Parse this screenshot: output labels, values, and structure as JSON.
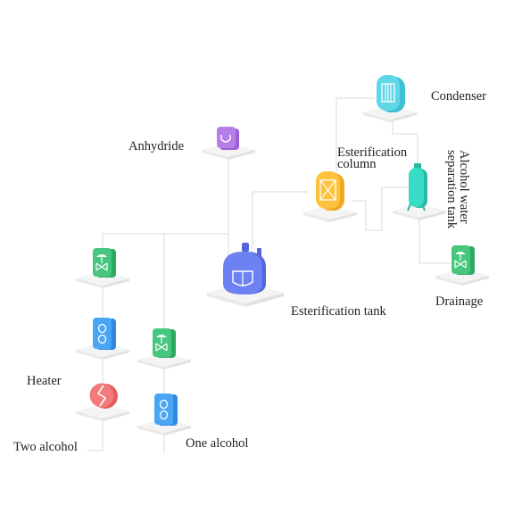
{
  "diagram": {
    "nodes": {
      "anhydride": {
        "label": "Anhydride",
        "color": "#b57ee8"
      },
      "condenser": {
        "label": "Condenser",
        "color": "#5ed7e9"
      },
      "column": {
        "label_line1": "Esterification",
        "label_line2": "column",
        "color": "#ffc23d"
      },
      "separation_tank": {
        "label_line1": "Alcohol water",
        "label_line2": "separation tank",
        "color": "#36dcc4"
      },
      "drainage": {
        "label": "Drainage",
        "color": "#47c77d"
      },
      "esterification_tank": {
        "label": "Esterification tank",
        "color": "#6d82f2"
      },
      "heater": {
        "label": "Heater",
        "color": "#f37a7a"
      },
      "two_alcohol": {
        "label": "Two alcohol",
        "color": "#4aa6f5"
      },
      "one_alcohol": {
        "label": "One alcohol",
        "color": "#4aa6f5"
      },
      "valve_left": {
        "color": "#47c77d"
      },
      "valve_mid": {
        "color": "#47c77d"
      },
      "pump_left": {
        "color": "#4aa6f5"
      }
    }
  }
}
